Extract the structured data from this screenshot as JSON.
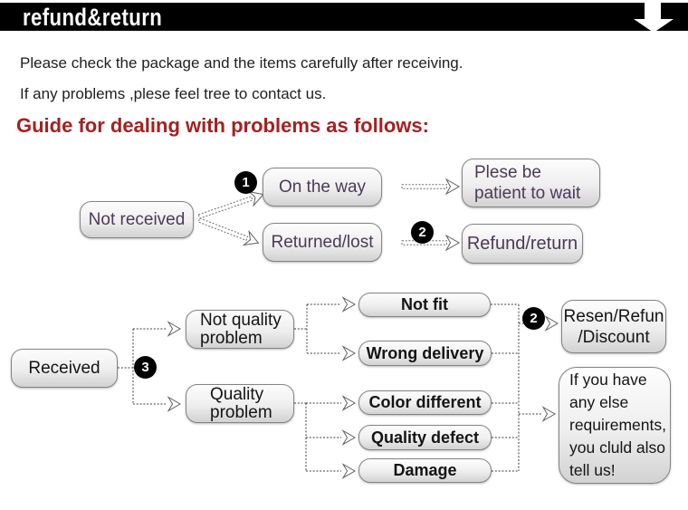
{
  "header": {
    "title": "refund&return"
  },
  "icons": {
    "header_arrow": "down-arrow"
  },
  "colors": {
    "header_bg": "#000000",
    "heading_red": "#a62020",
    "flow1_text": "#4a3a58",
    "box_border": "#848484"
  },
  "intro": {
    "line1": "Please check the package and the items carefully after receiving.",
    "line2": "If any problems ,plese feel tree to contact us.",
    "heading": "Guide for dealing with problems as follows:"
  },
  "flow_not_received": {
    "start": "Not received",
    "badge_1": "1",
    "on_the_way": "On the way",
    "patient": [
      "Plese be",
      "patient to wait"
    ],
    "returned_lost": "Returned/lost",
    "badge_2": "2",
    "refund_return": "Refund/return"
  },
  "flow_received": {
    "start": "Received",
    "badge_3": "3",
    "not_quality": [
      "Not quality",
      "problem"
    ],
    "quality": [
      "Quality",
      "problem"
    ],
    "not_fit": "Not fit",
    "wrong_delivery": "Wrong delivery",
    "color_different": "Color different",
    "quality_defect": "Quality defect",
    "damage": "Damage",
    "badge_2": "2",
    "resend": [
      "Resen/Refun",
      "/Discount"
    ],
    "other": [
      "If you have",
      "any else",
      "requirements,",
      "you cluld also",
      "tell us!"
    ]
  }
}
